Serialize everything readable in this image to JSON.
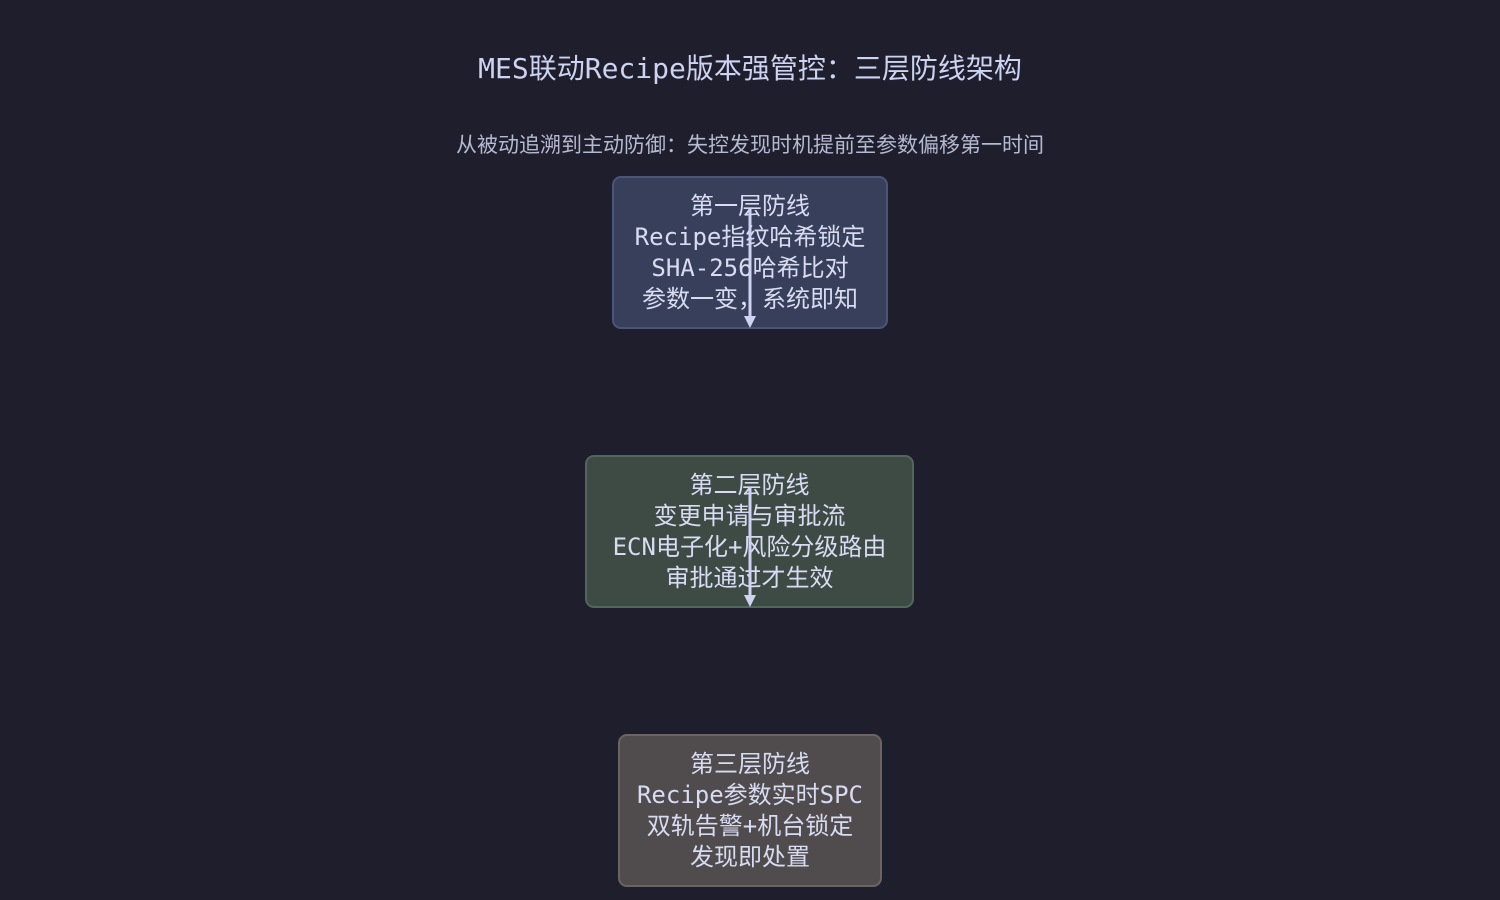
{
  "title": "MES联动Recipe版本强管控：三层防线架构",
  "subtitle": "从被动追溯到主动防御：失控发现时机提前至参数偏移第一时间",
  "nodes": [
    {
      "lines": [
        "第一层防线",
        "Recipe指纹哈希锁定",
        "SHA-256哈希比对",
        "参数一变，系统即知"
      ],
      "fill": "#383f5a",
      "border": "#4c5577"
    },
    {
      "lines": [
        "第二层防线",
        "变更申请与审批流",
        "ECN电子化+风险分级路由",
        "审批通过才生效"
      ],
      "fill": "#3e4b45",
      "border": "#52675b"
    },
    {
      "lines": [
        "第三层防线",
        "Recipe参数实时SPC",
        "双轨告警+机台锁定",
        "发现即处置"
      ],
      "fill": "#504b4d",
      "border": "#6a6462"
    }
  ],
  "colors": {
    "background": "#1f1e2d",
    "arrow": "#cdd3f0",
    "text": "#cdd3f0"
  }
}
